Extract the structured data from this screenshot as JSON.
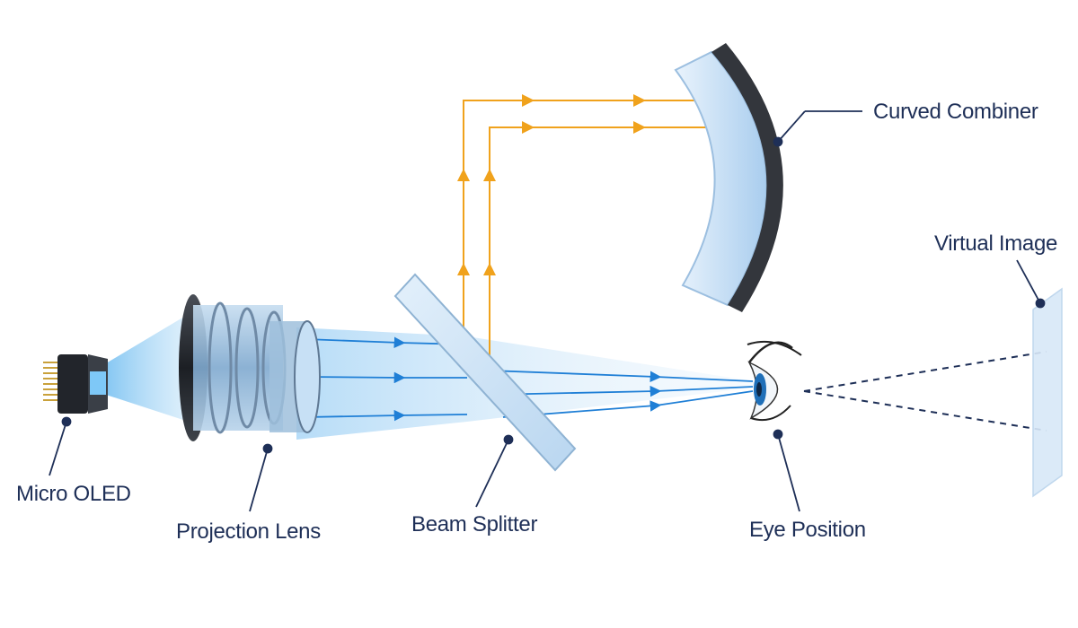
{
  "labels": {
    "micro_oled": "Micro OLED",
    "projection_lens": "Projection Lens",
    "beam_splitter": "Beam Splitter",
    "eye_position": "Eye Position",
    "curved_combiner": "Curved Combiner",
    "virtual_image": "Virtual Image"
  },
  "colors": {
    "label_text": "#1e2f57",
    "leader_line": "#1e2f57",
    "blue_ray": "#1f7fd6",
    "orange_ray": "#f0a21c",
    "glass_fill": "#cfe3f6",
    "lens_metal": "#2a2d33"
  }
}
